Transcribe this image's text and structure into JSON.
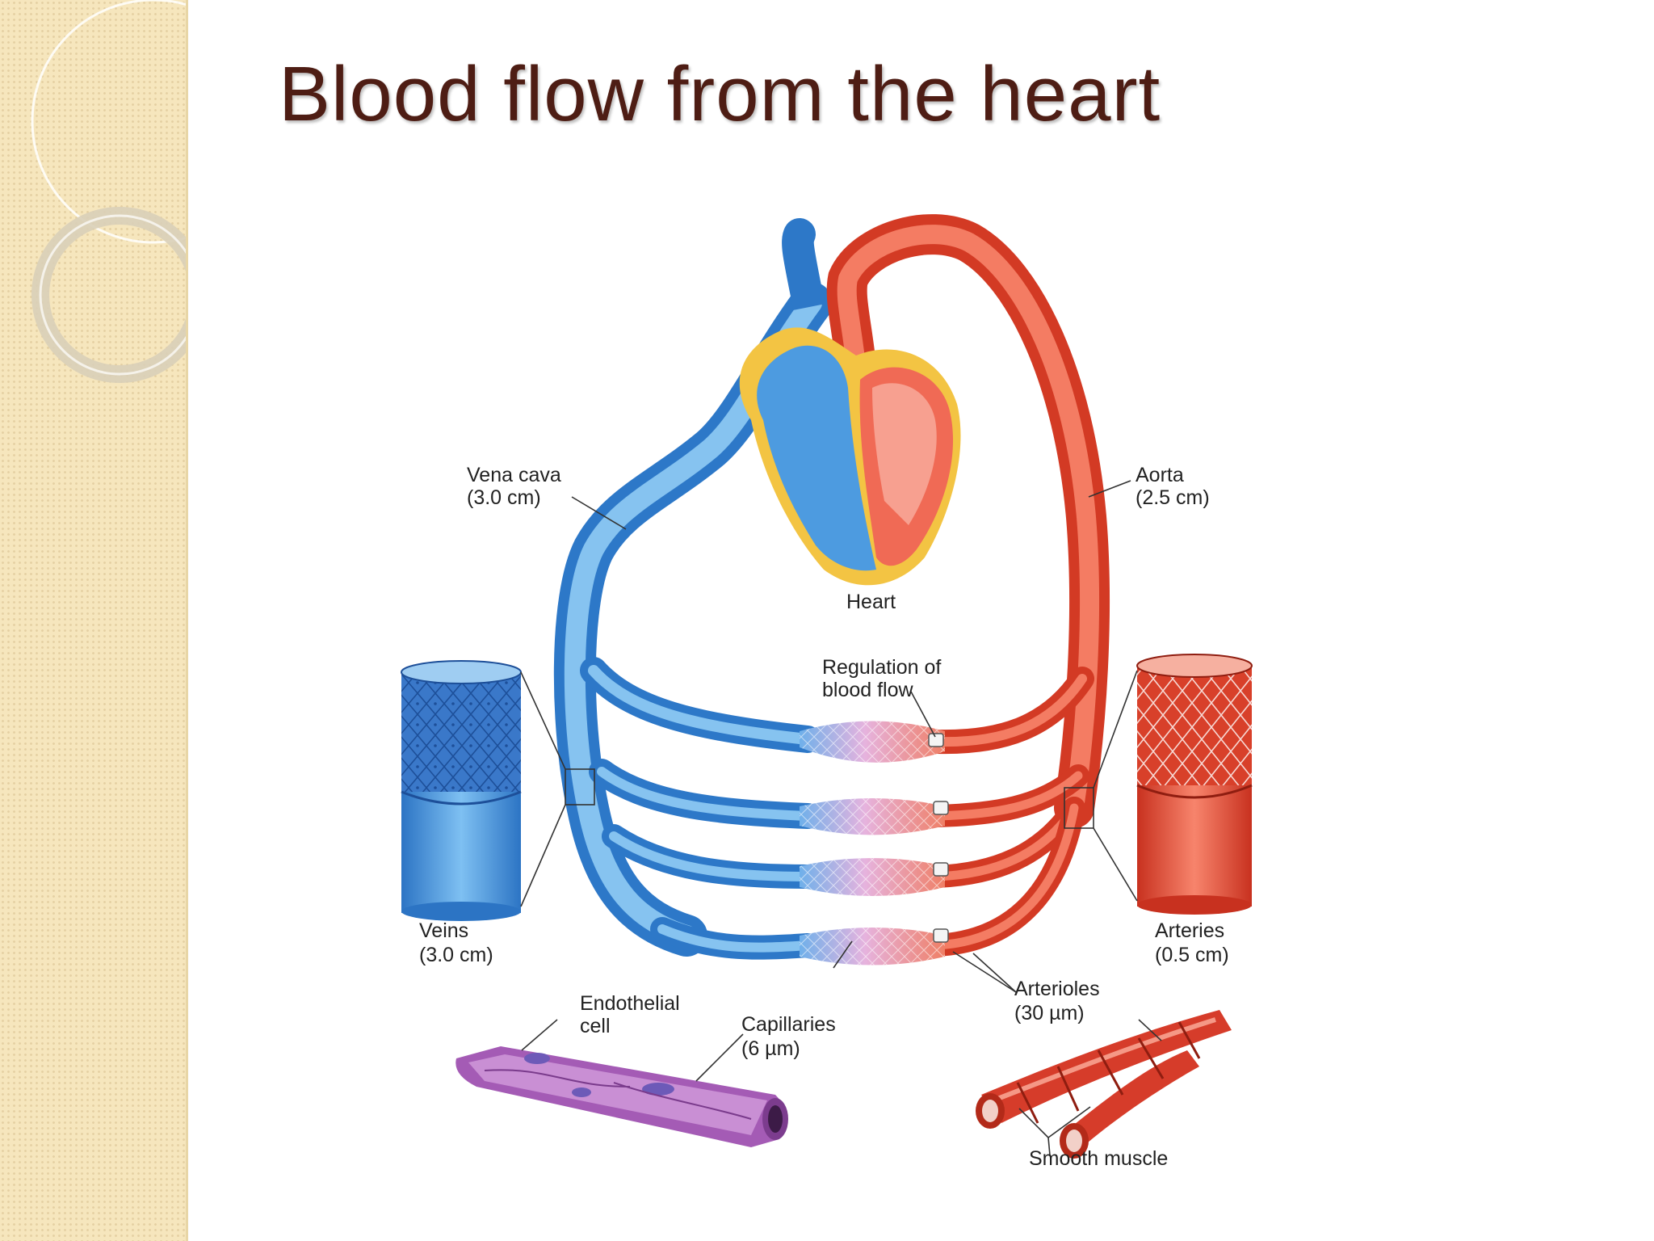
{
  "slide": {
    "title": "Blood flow from the heart"
  },
  "diagram": {
    "labels": {
      "vena_cava": {
        "name": "Vena cava",
        "size": "(3.0 cm)"
      },
      "aorta": {
        "name": "Aorta",
        "size": "(2.5 cm)"
      },
      "heart": {
        "name": "Heart"
      },
      "regulation": {
        "line1": "Regulation of",
        "line2": "blood flow"
      },
      "veins": {
        "name": "Veins",
        "size": "(3.0 cm)"
      },
      "arteries": {
        "name": "Arteries",
        "size": "(0.5 cm)"
      },
      "endothelial": {
        "line1": "Endothelial",
        "line2": "cell"
      },
      "capillaries": {
        "name": "Capillaries",
        "size": "(6 µm)"
      },
      "arterioles": {
        "name": "Arterioles",
        "size": "(30 µm)"
      },
      "smooth_muscle": {
        "name": "Smooth muscle"
      }
    },
    "colors": {
      "venous_blue": "#3f8fd8",
      "arterial_red": "#ea4a35",
      "capillary_pink": "#d48ac4",
      "heart_yellow": "#f3c443",
      "title_brown": "#4e1d14"
    }
  }
}
